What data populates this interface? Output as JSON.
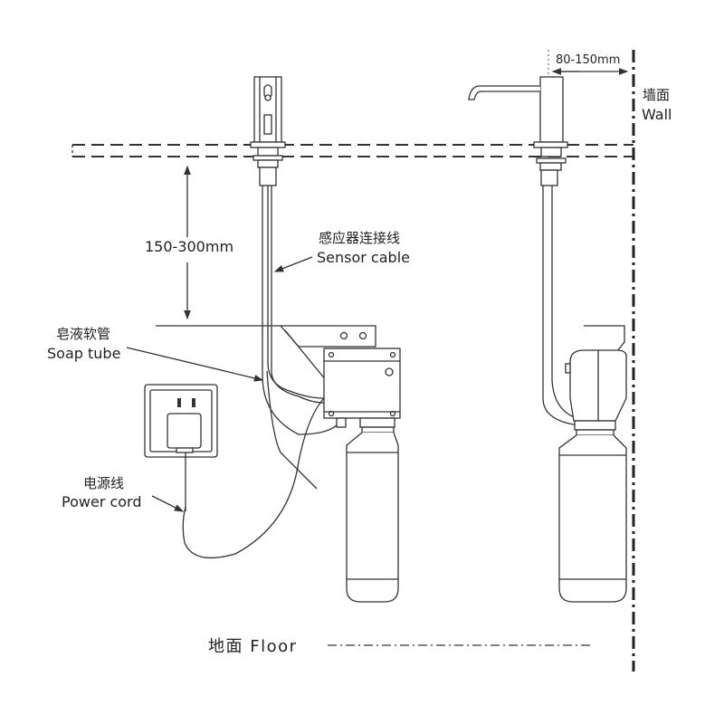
{
  "labels": {
    "height_dim": "150-300mm",
    "wall_offset_dim": "80-150mm",
    "wall_cn": "墙面",
    "wall_en": "Wall",
    "sensor_cable_cn": "感应器连接线",
    "sensor_cable_en": "Sensor cable",
    "soap_tube_cn": "皂液软管",
    "soap_tube_en": "Soap tube",
    "power_cord_cn": "电源线",
    "power_cord_en": "Power cord",
    "floor": "地面 Floor"
  },
  "colors": {
    "line": "#333333",
    "background": "#ffffff"
  }
}
